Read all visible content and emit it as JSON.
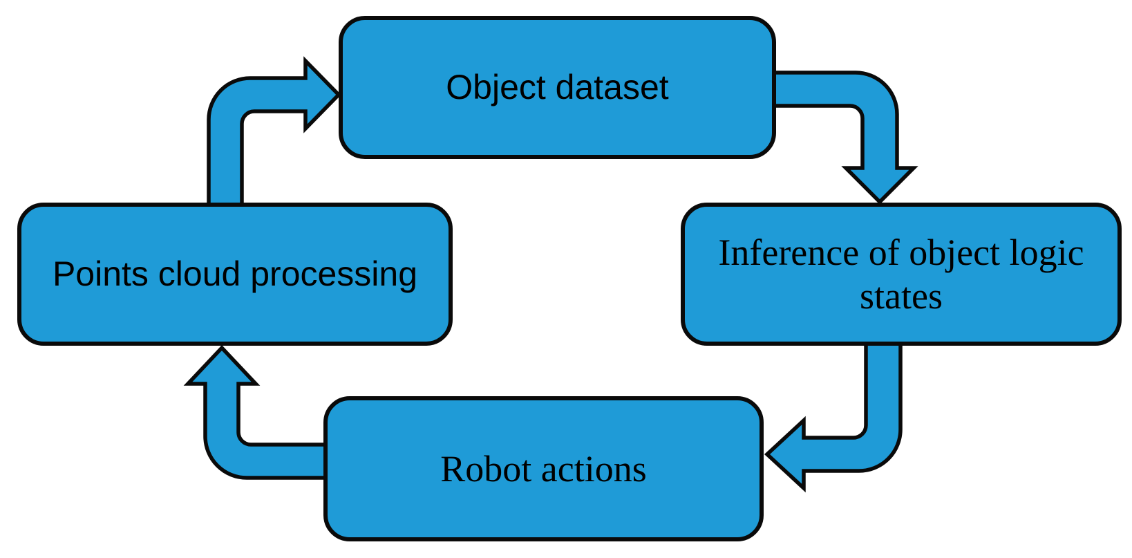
{
  "diagram": {
    "type": "cycle-flowchart",
    "nodes": [
      {
        "id": "object-dataset",
        "label": "Object dataset"
      },
      {
        "id": "inference-of-object-logic-states",
        "label": "Inference of object logic states"
      },
      {
        "id": "robot-actions",
        "label": "Robot actions"
      },
      {
        "id": "points-cloud-processing",
        "label": "Points cloud processing"
      }
    ],
    "edges": [
      {
        "from": "points-cloud-processing",
        "to": "object-dataset",
        "shape": "bent-arrow-up-then-right"
      },
      {
        "from": "object-dataset",
        "to": "inference-of-object-logic-states",
        "shape": "bent-arrow-right-then-down"
      },
      {
        "from": "inference-of-object-logic-states",
        "to": "robot-actions",
        "shape": "bent-arrow-down-then-left"
      },
      {
        "from": "robot-actions",
        "to": "points-cloud-processing",
        "shape": "bent-arrow-left-then-up"
      }
    ],
    "colors": {
      "background": "#ffffff",
      "shape_fill": "#1f9bd7",
      "shape_border": "#0a0a0a",
      "text": "#000000"
    }
  }
}
